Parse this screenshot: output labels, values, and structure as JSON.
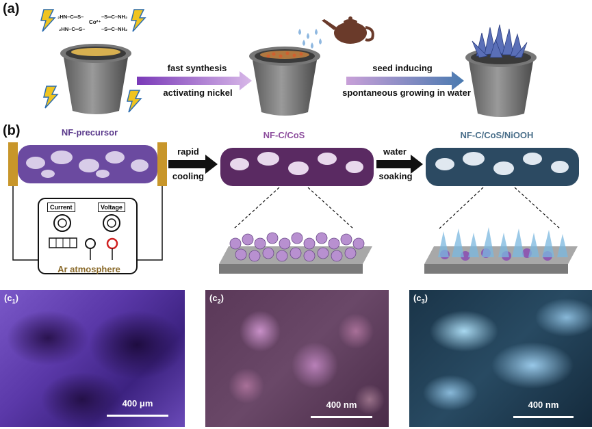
{
  "panel_a": {
    "label": "(a)",
    "molecule_labels": [
      "₂HN–C═S–",
      "–S═C–NH₂",
      "Co²⁺",
      "₂HN–C═S–",
      "–S═C–NH₂"
    ],
    "step1_top": "fast synthesis",
    "step1_bottom": "activating nickel",
    "step2_top": "seed inducing",
    "step2_bottom": "spontaneous growing in water"
  },
  "panel_b": {
    "label": "(b)",
    "precursor_title": "NF-precursor",
    "product1_title": "NF-C/CoS",
    "product2_title": "NF-C/CoS/NiOOH",
    "step1_top": "rapid",
    "step1_bottom": "cooling",
    "step2_top": "water",
    "step2_bottom": "soaking",
    "current_label": "Current",
    "voltage_label": "Voltage",
    "atmosphere": "Ar atmosphere"
  },
  "panel_c": {
    "c1": {
      "label": "c",
      "sub": "1",
      "scale": "400 μm"
    },
    "c2": {
      "label": "c",
      "sub": "2",
      "scale": "400 nm"
    },
    "c3": {
      "label": "c",
      "sub": "3",
      "scale": "400 nm"
    }
  },
  "colors": {
    "precursor": "#5b3a8c",
    "cos": "#8e4f9e",
    "niooh": "#4a6f8a",
    "atmosphere": "#8a6a2a",
    "arrow_a": "#a070c8"
  }
}
